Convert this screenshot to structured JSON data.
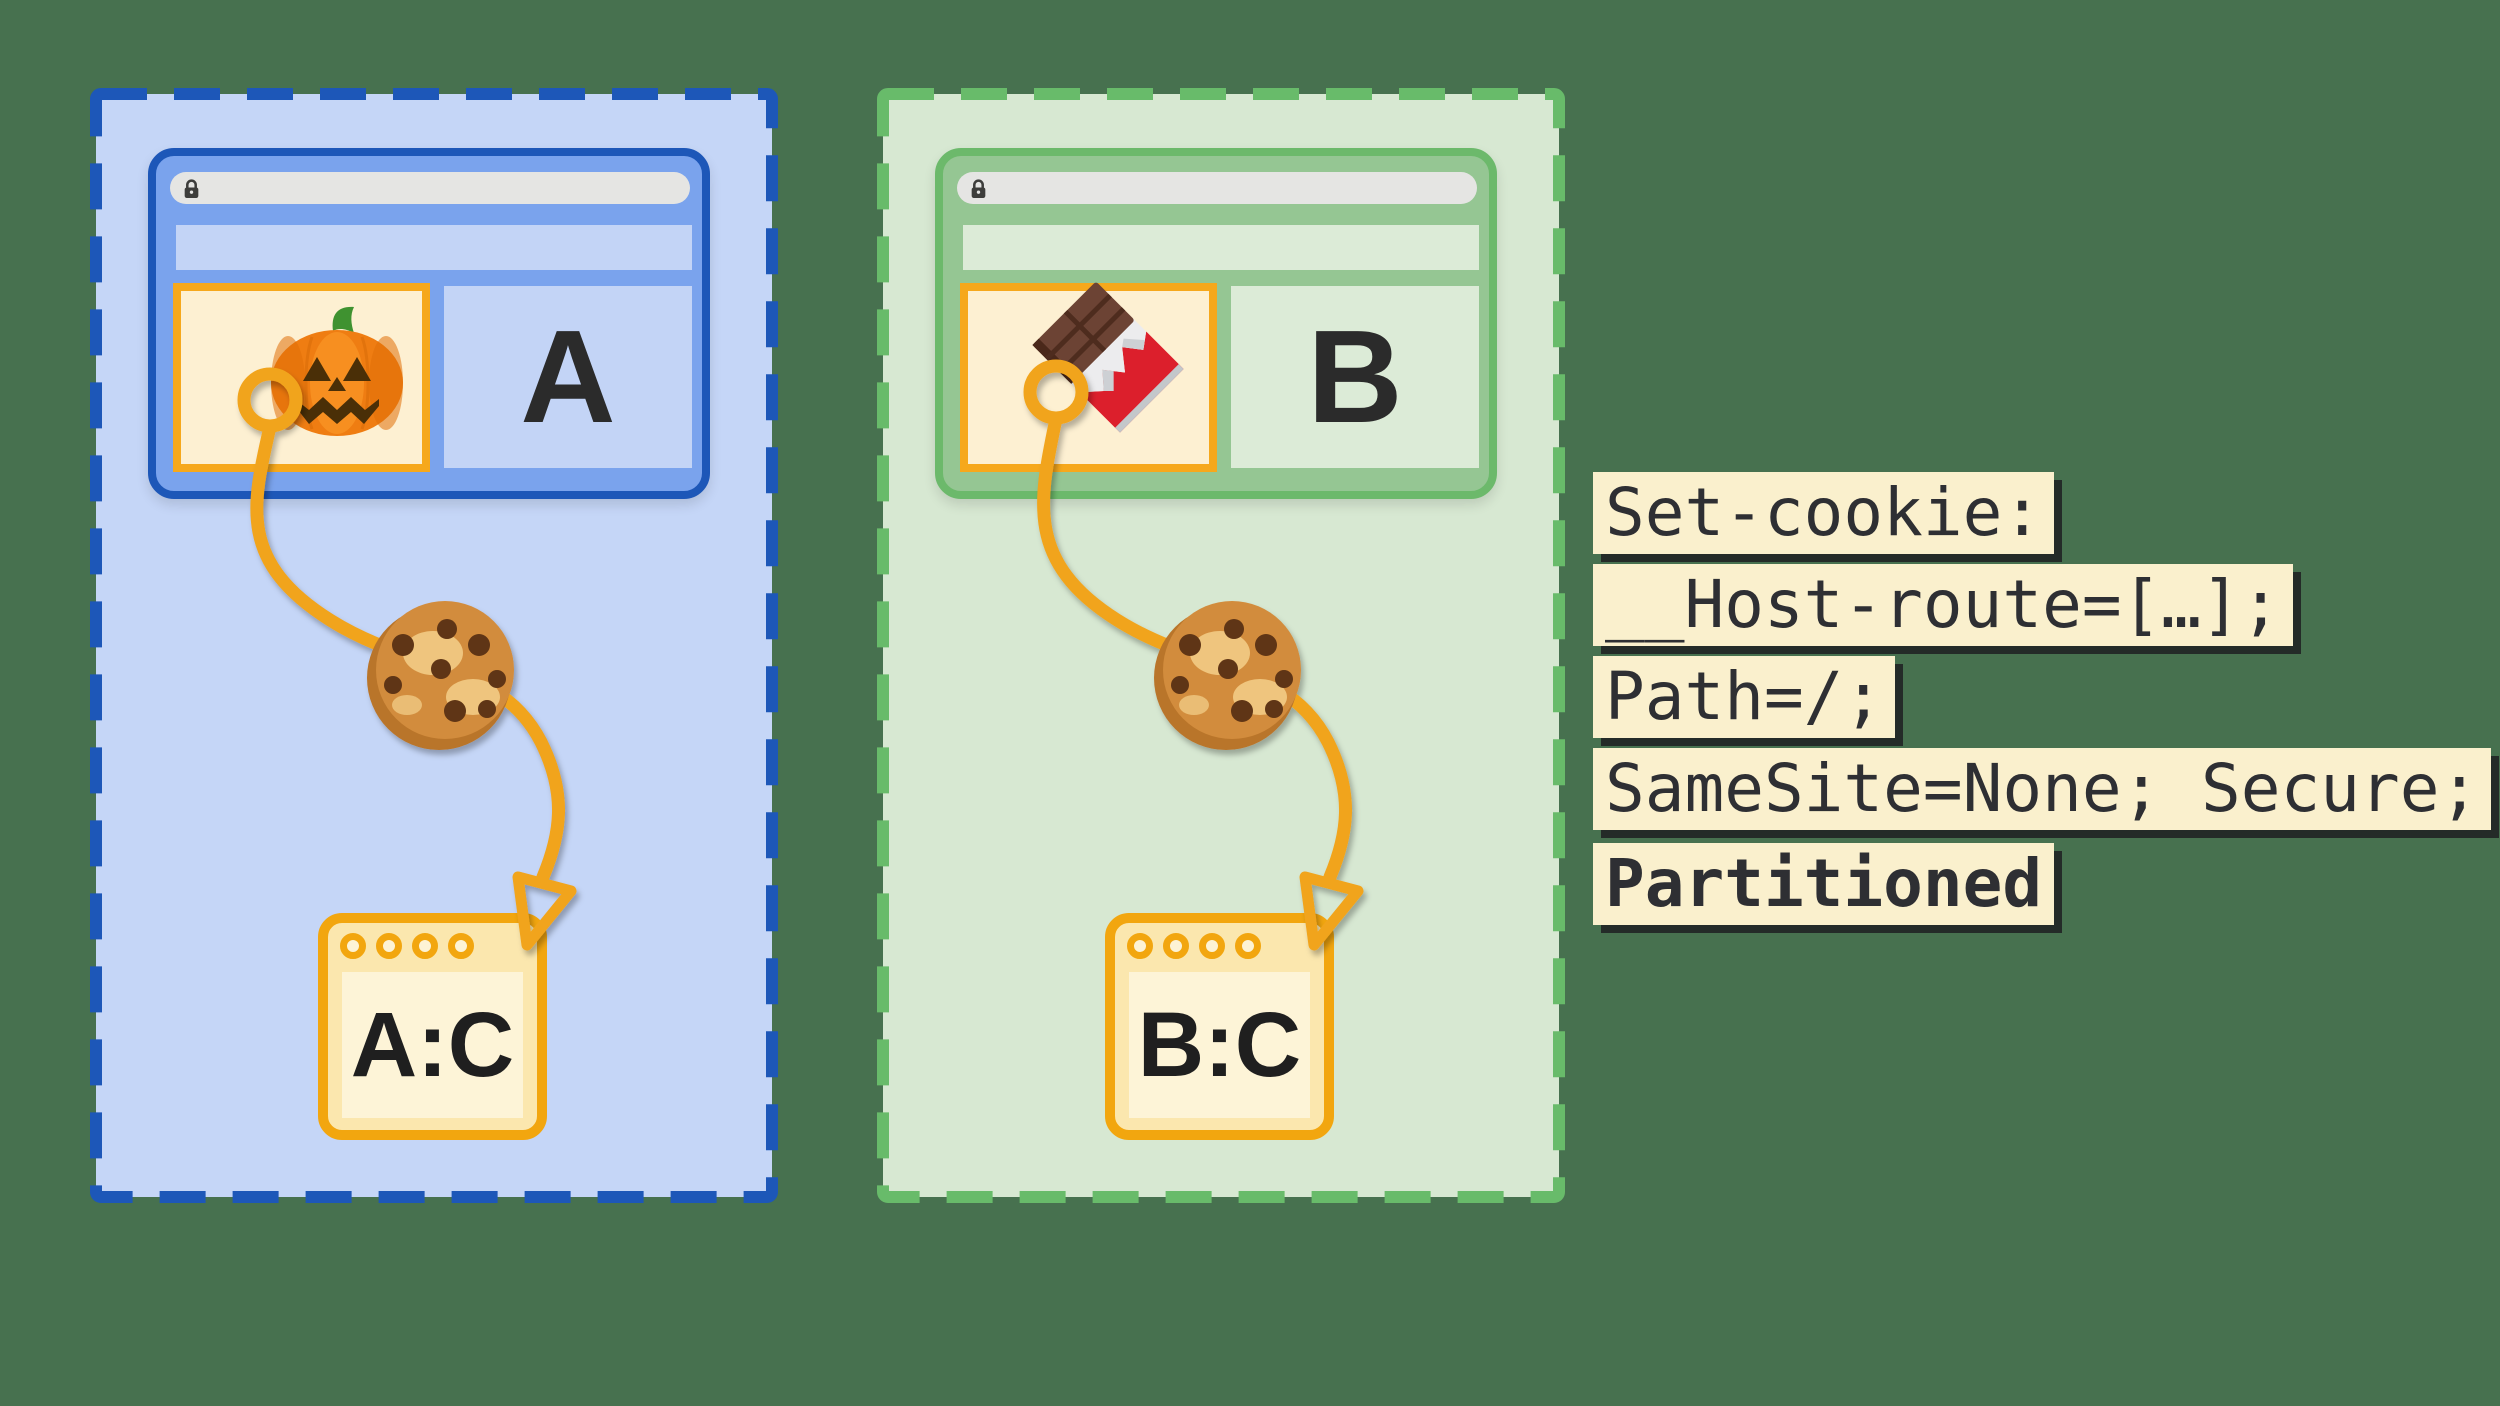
{
  "diagram": {
    "background_color": "#47714f",
    "accent_orange": "#f2a60f",
    "partitions": [
      {
        "site_letter": "A",
        "partition_key": "A:C",
        "theme": "blue",
        "panel_fill": "#c5d6f7",
        "panel_border": "#1d57b8",
        "window_fill": "#7aa3ed",
        "iframe_icon": "jack-o-lantern-icon",
        "iframe_border": "#f6a81c"
      },
      {
        "site_letter": "B",
        "partition_key": "B:C",
        "theme": "green",
        "panel_fill": "#d7e8d2",
        "panel_border": "#68bb6a",
        "window_fill": "#95c693",
        "iframe_icon": "chocolate-bar-icon",
        "iframe_border": "#f6a81c"
      }
    ],
    "code_block": {
      "highlight_color": "#faf0cd",
      "text_color": "#2e2f33",
      "lines": [
        {
          "text": "Set-cookie:",
          "bold": false
        },
        {
          "text": "__Host-route=[…];",
          "bold": false
        },
        {
          "text": "Path=/;",
          "bold": false
        },
        {
          "text": "SameSite=None; Secure;",
          "bold": false
        },
        {
          "text": "Partitioned",
          "bold": true
        }
      ]
    },
    "icons": [
      "lock-icon",
      "cookie-icon",
      "cookie-anchor-ring",
      "arrowhead-icon",
      "jack-o-lantern-icon",
      "chocolate-bar-icon"
    ]
  }
}
